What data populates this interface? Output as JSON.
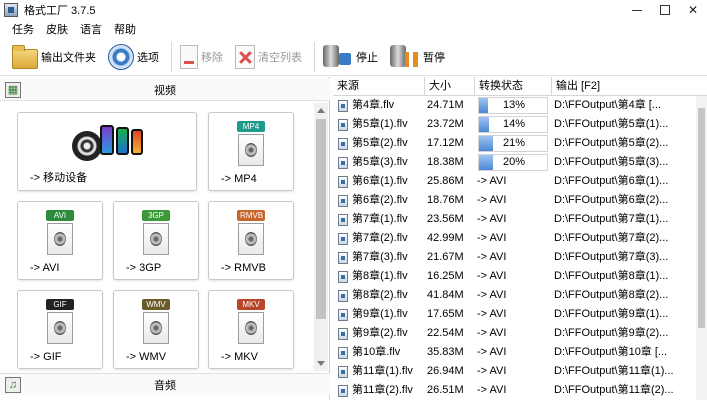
{
  "window": {
    "title": "格式工厂 3.7.5"
  },
  "menu": [
    "任务",
    "皮肤",
    "语言",
    "帮助"
  ],
  "toolbar": {
    "output_folder": "输出文件夹",
    "options": "选项",
    "remove": "移除",
    "clear_list": "清空列表",
    "stop": "停止",
    "pause": "暂停"
  },
  "categories": {
    "video": "视频",
    "audio": "音频"
  },
  "tiles": [
    {
      "label": "-> 移动设备",
      "badge": ""
    },
    {
      "label": "-> MP4",
      "badge": "MP4",
      "badge_color": "#1d9a8c"
    },
    {
      "label": "-> AVI",
      "badge": "AVI",
      "badge_color": "#2e8b3d"
    },
    {
      "label": "-> 3GP",
      "badge": "3GP",
      "badge_color": "#3a9a3a"
    },
    {
      "label": "-> RMVB",
      "badge": "RMVB",
      "badge_color": "#c8652a"
    },
    {
      "label": "-> GIF",
      "badge": "GIF",
      "badge_color": "#222222"
    },
    {
      "label": "-> WMV",
      "badge": "WMV",
      "badge_color": "#6b5a2a"
    },
    {
      "label": "-> MKV",
      "badge": "MKV",
      "badge_color": "#b8472a"
    }
  ],
  "file_list": {
    "columns": [
      "来源",
      "大小",
      "转换状态",
      "输出 [F2]"
    ],
    "rows": [
      {
        "source": "第4章.flv",
        "size": "24.71M",
        "status": "13%",
        "progress": 0.13,
        "output": "D:\\FFOutput\\第4章 [..."
      },
      {
        "source": "第5章(1).flv",
        "size": "23.72M",
        "status": "14%",
        "progress": 0.14,
        "output": "D:\\FFOutput\\第5章(1)..."
      },
      {
        "source": "第5章(2).flv",
        "size": "17.12M",
        "status": "21%",
        "progress": 0.21,
        "output": "D:\\FFOutput\\第5章(2)..."
      },
      {
        "source": "第5章(3).flv",
        "size": "18.38M",
        "status": "20%",
        "progress": 0.2,
        "output": "D:\\FFOutput\\第5章(3)..."
      },
      {
        "source": "第6章(1).flv",
        "size": "25.86M",
        "status": "-> AVI",
        "output": "D:\\FFOutput\\第6章(1)..."
      },
      {
        "source": "第6章(2).flv",
        "size": "18.76M",
        "status": "-> AVI",
        "output": "D:\\FFOutput\\第6章(2)..."
      },
      {
        "source": "第7章(1).flv",
        "size": "23.56M",
        "status": "-> AVI",
        "output": "D:\\FFOutput\\第7章(1)..."
      },
      {
        "source": "第7章(2).flv",
        "size": "42.99M",
        "status": "-> AVI",
        "output": "D:\\FFOutput\\第7章(2)..."
      },
      {
        "source": "第7章(3).flv",
        "size": "21.67M",
        "status": "-> AVI",
        "output": "D:\\FFOutput\\第7章(3)..."
      },
      {
        "source": "第8章(1).flv",
        "size": "16.25M",
        "status": "-> AVI",
        "output": "D:\\FFOutput\\第8章(1)..."
      },
      {
        "source": "第8章(2).flv",
        "size": "41.84M",
        "status": "-> AVI",
        "output": "D:\\FFOutput\\第8章(2)..."
      },
      {
        "source": "第9章(1).flv",
        "size": "17.65M",
        "status": "-> AVI",
        "output": "D:\\FFOutput\\第9章(1)..."
      },
      {
        "source": "第9章(2).flv",
        "size": "22.54M",
        "status": "-> AVI",
        "output": "D:\\FFOutput\\第9章(2)..."
      },
      {
        "source": "第10章.flv",
        "size": "35.83M",
        "status": "-> AVI",
        "output": "D:\\FFOutput\\第10章 [..."
      },
      {
        "source": "第11章(1).flv",
        "size": "26.94M",
        "status": "-> AVI",
        "output": "D:\\FFOutput\\第11章(1)..."
      },
      {
        "source": "第11章(2).flv",
        "size": "26.51M",
        "status": "-> AVI",
        "output": "D:\\FFOutput\\第11章(2)..."
      }
    ]
  }
}
